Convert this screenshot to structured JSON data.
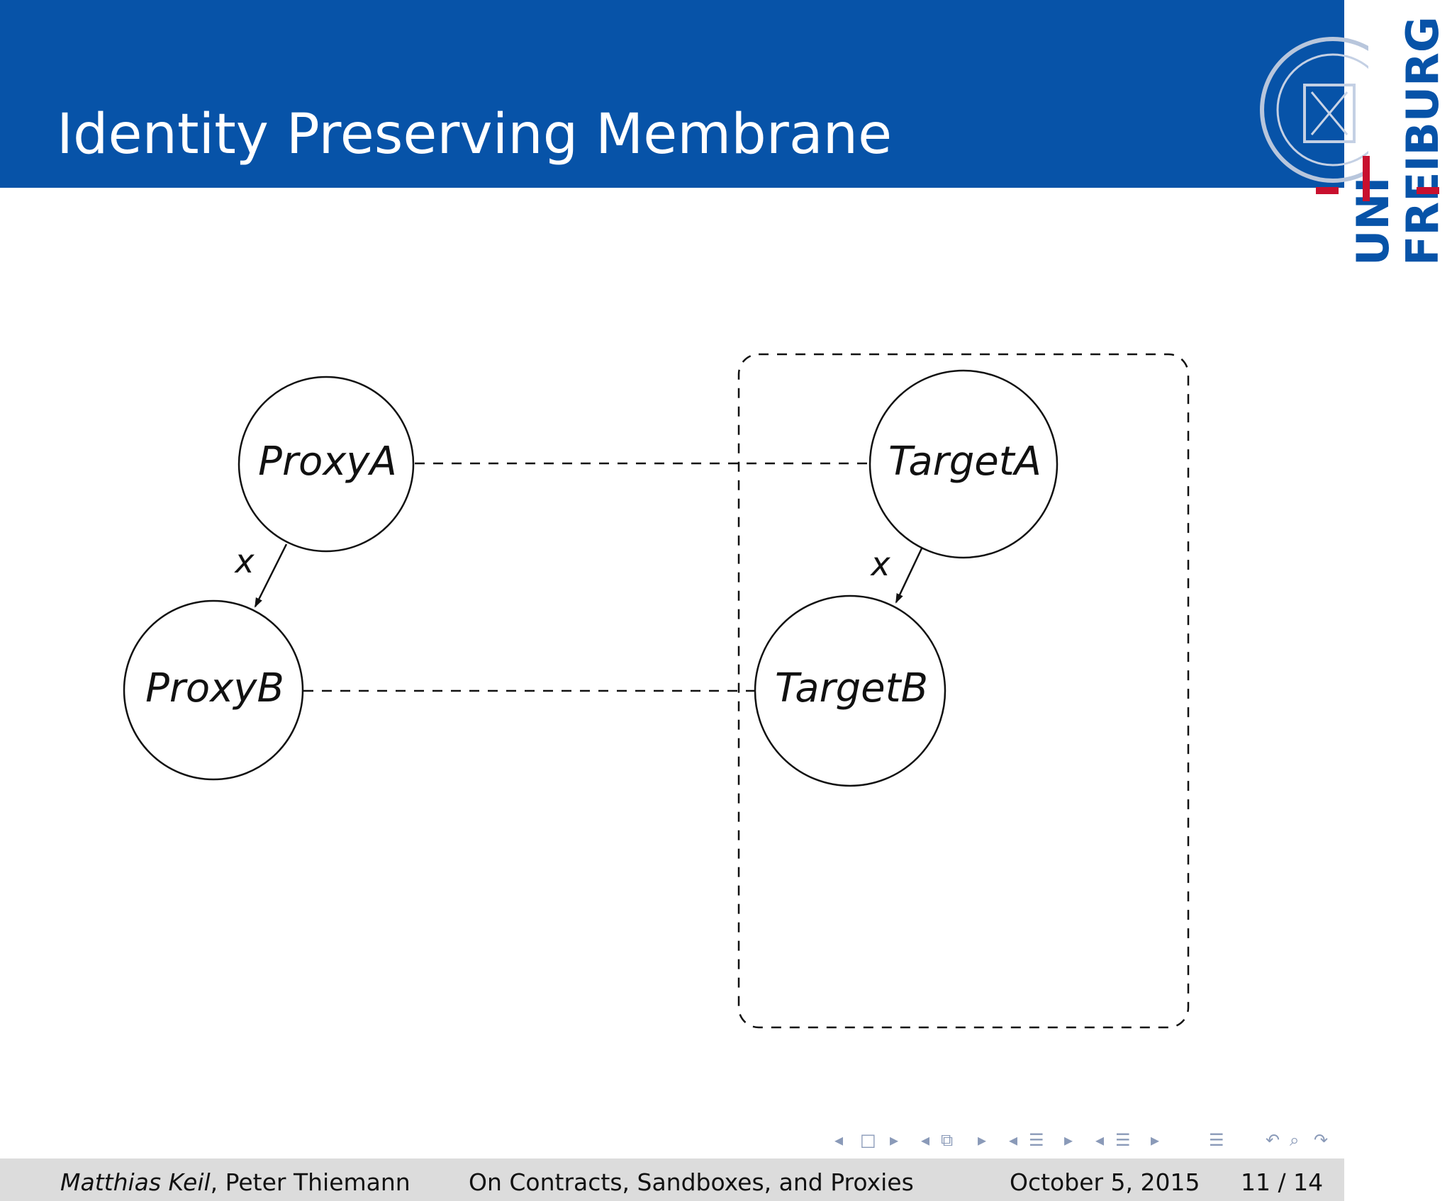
{
  "slide": {
    "title": "Identity Preserving Membrane"
  },
  "logo": {
    "line1": "UNI",
    "line2": "FREIBURG",
    "brand_color": "#0753a8",
    "accent_color": "#c8102e"
  },
  "diagram": {
    "nodes": {
      "proxyA": "ProxyA",
      "proxyB": "ProxyB",
      "targetA": "TargetA",
      "targetB": "TargetB"
    },
    "edge_labels": {
      "proxy_x": "x",
      "target_x": "x"
    }
  },
  "navigation": {
    "icons": [
      "arrow-left-icon",
      "frame-icon",
      "arrow-right-icon",
      "arrow-left-icon",
      "subsection-icon",
      "arrow-right-icon",
      "arrow-left-icon",
      "section-icon",
      "arrow-right-icon",
      "arrow-left-icon",
      "list-icon",
      "arrow-right-icon",
      "align-icon",
      "undo-icon",
      "search-icon",
      "redo-icon"
    ]
  },
  "footer": {
    "author_italic": "Matthias Keil",
    "author_rest": ", Peter Thiemann",
    "talk_title": "On Contracts, Sandboxes, and Proxies",
    "date": "October 5, 2015",
    "page": "11 / 14"
  }
}
